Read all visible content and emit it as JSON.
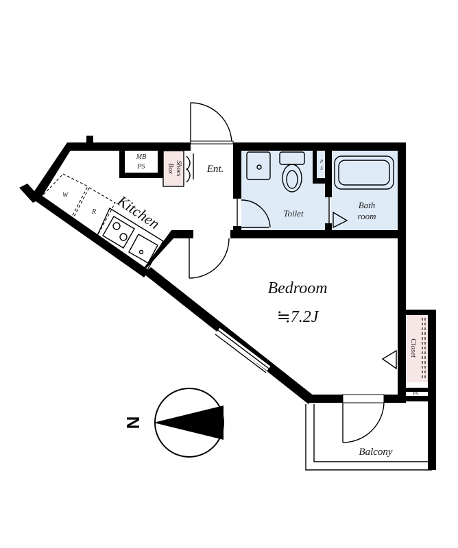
{
  "rooms": {
    "bedroom": {
      "name": "Bedroom",
      "area": "≒7.2J"
    },
    "kitchen": "Kitchen",
    "entrance": "Ent.",
    "toilet": "Toilet",
    "bathroom": {
      "line1": "Bath",
      "line2": "room"
    },
    "balcony": "Balcony",
    "closet": "Closet",
    "shoes_box": {
      "line1": "Shoes",
      "line2": "Box"
    },
    "mb_ps": {
      "line1": "MB",
      "line2": "PS"
    },
    "ps_bath": {
      "line1": "P",
      "line2": "S"
    },
    "ps_closet": "PS",
    "washer": "W",
    "fridge": "R"
  },
  "compass": {
    "direction": "N"
  },
  "colors": {
    "wet_area": "#deeaf6",
    "closet_fill": "#f7e6e6",
    "wall": "#000000"
  }
}
